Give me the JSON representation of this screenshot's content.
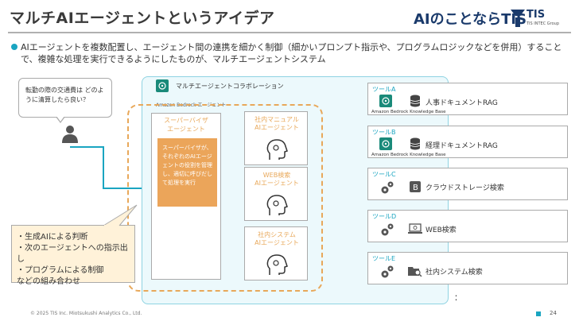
{
  "header": {
    "title": "マルチAIエージェントというアイデア",
    "brand_text": "AIのことならTIS",
    "logo_text": "TIS",
    "logo_sub": "TIS INTEC Group"
  },
  "bullet": "AIエージェントを複数配置し、エージェント間の連携を細かく制御（細かいプロンプト指示や、プログラムロジックなどを併用）することで、複雑な処理を実行できるようにしたものが、マルチエージェントシステム",
  "question": "転勤の際の交通費は どのように清算したら良い？",
  "callout": {
    "lines": [
      "・生成AIによる判断",
      "・次のエージェントへの指示出し",
      "・プログラムによる制御",
      "などの組み合わせ"
    ]
  },
  "panel": {
    "title": "マルチエージェントコラボレーション",
    "bedrock_label": "Amazon Bedrock エージェント"
  },
  "supervisor": {
    "title_line1": "スーパーバイザ",
    "title_line2": "エージェント",
    "description": "スーパーバイザが、それぞれのAIエージェントの役割を管理し、適切に呼びだして処理を実行"
  },
  "agents": [
    {
      "line1": "社内マニュアル",
      "line2": "AIエージェント"
    },
    {
      "line1": "WEB検索",
      "line2": "AIエージェント"
    },
    {
      "line1": "社内システム",
      "line2": "AIエージェント"
    }
  ],
  "tools": [
    {
      "label": "ツールA",
      "name": "人事ドキュメントRAG",
      "kb": "Amazon Bedrock Knowledge Base",
      "icon": "database-icon"
    },
    {
      "label": "ツールB",
      "name": "経理ドキュメントRAG",
      "kb": "Amazon Bedrock Knowledge Base",
      "icon": "database-icon"
    },
    {
      "label": "ツールC",
      "name": "クラウドストレージ検索",
      "kb": "",
      "icon": "storage-icon"
    },
    {
      "label": "ツールD",
      "name": "WEB検索",
      "kb": "",
      "icon": "laptop-icon"
    },
    {
      "label": "ツールE",
      "name": "社内システム検索",
      "kb": "",
      "icon": "folder-search-icon"
    }
  ],
  "ellipsis": "：",
  "footer": {
    "copyright": "© 2025 TIS Inc. Miotsukushi Analytics Co., Ltd.",
    "page": "24"
  },
  "colors": {
    "accent": "#1aa5c1",
    "orange": "#e8a85a",
    "brand": "#1a3a6b",
    "panel_bg": "#ecf9fc"
  }
}
